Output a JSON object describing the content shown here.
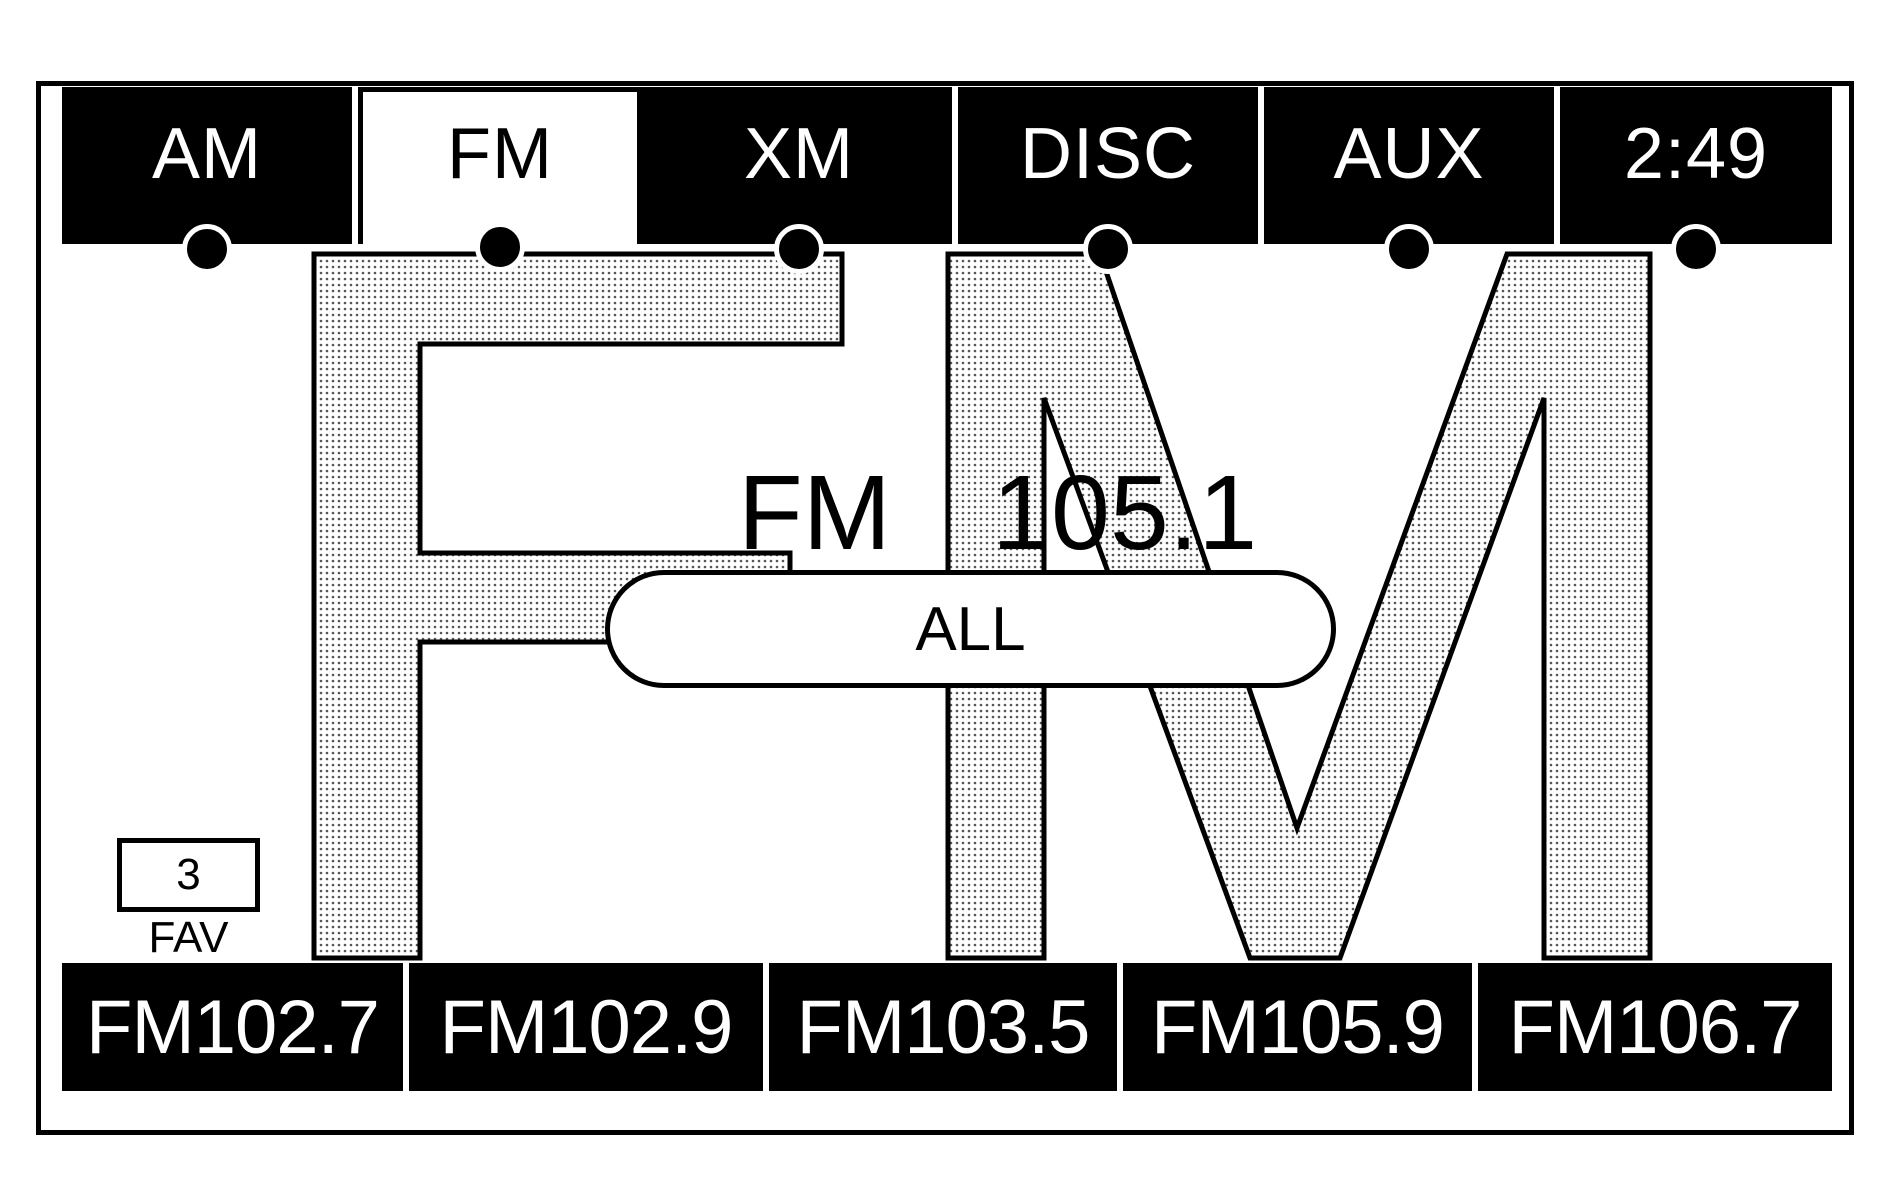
{
  "tabs": [
    {
      "label": "AM",
      "active": false
    },
    {
      "label": "FM",
      "active": true
    },
    {
      "label": "XM",
      "active": false
    },
    {
      "label": "DISC",
      "active": false
    },
    {
      "label": "AUX",
      "active": false
    },
    {
      "label": "2:49",
      "active": false
    }
  ],
  "station": {
    "band": "FM",
    "frequency": "105.1"
  },
  "category_button": {
    "label": "ALL"
  },
  "favorites": {
    "page": "3",
    "label": "FAV"
  },
  "presets": [
    {
      "label": "FM102.7"
    },
    {
      "label": "FM102.9"
    },
    {
      "label": "FM103.5"
    },
    {
      "label": "FM105.9"
    },
    {
      "label": "FM106.7"
    }
  ]
}
